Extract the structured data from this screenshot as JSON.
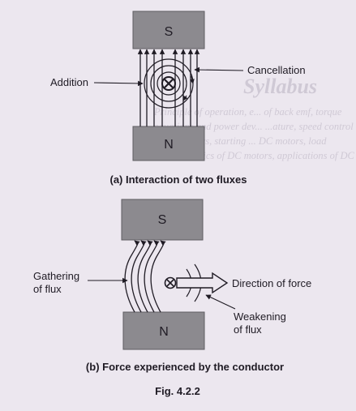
{
  "background_color": "#ece7ef",
  "magnet_color": "#8c8a8f",
  "ink_color": "#1f1b24",
  "ghost_text_color": "#b9b1c0",
  "diagram_a": {
    "north_label": "S",
    "south_label": "N",
    "label_addition": "Addition",
    "label_cancellation": "Cancellation",
    "conductor_symbol": "cross-into-page",
    "caption": "(a) Interaction of two fluxes"
  },
  "diagram_b": {
    "north_label": "S",
    "south_label": "N",
    "label_gathering_line1": "Gathering",
    "label_gathering_line2": "of flux",
    "label_direction": "Direction of force",
    "label_weakening_line1": "Weakening",
    "label_weakening_line2": "of flux",
    "conductor_symbol": "cross-into-page",
    "caption": "(b) Force experienced by the conductor"
  },
  "figure_label": "Fig. 4.2.2",
  "bleed_through": {
    "heading": "Syllabus",
    "lines": [
      "Principle of operation, e... of back emf, torque",
      "equations and power dev... ...ature, speed control",
      "of DC motors, starting ... DC motors, load",
      "characteristics of DC motors, applications of DC motors."
    ]
  }
}
